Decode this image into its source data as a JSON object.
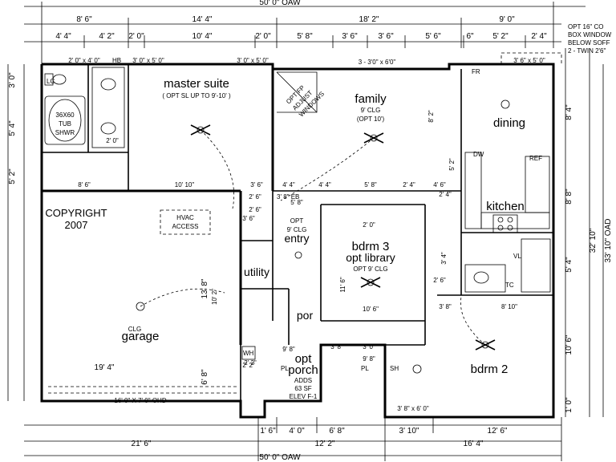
{
  "overall": {
    "top": "50' 0\" OAW",
    "bottom": "50' 0\" OAW",
    "right_inner": "32' 10\"",
    "right_outer": "33' 10\" OAD"
  },
  "top_row1": [
    "8' 6\"",
    "14' 4\"",
    "18' 2\"",
    "9' 0\""
  ],
  "top_row2": [
    "4' 4\"",
    "4' 2\"",
    "2' 0\"",
    "10' 4\"",
    "2' 0\"",
    "5' 8\"",
    "3' 6\"",
    "3' 6\"",
    "5' 6\"",
    "6\"",
    "5' 2\"",
    "2' 4\""
  ],
  "bottom_row1": [
    "1' 6\"",
    "4' 0\"",
    "6' 8\"",
    "3' 10\"",
    "12' 6\""
  ],
  "bottom_row2": [
    "21' 6\"",
    "12' 2\"",
    "16' 4\""
  ],
  "right_dims": [
    "8' 4\"",
    "8' 8\"",
    "5' 4\"",
    "10' 6\"",
    "1' 0\""
  ],
  "left_dims": [
    "3' 0\"",
    "5' 4\"",
    "5' 2\"",
    "13' 8\"",
    "6' 8\""
  ],
  "rooms": {
    "master": "master suite",
    "master_sub": "( OPT SL UP TO 9'-10' )",
    "family": "family",
    "family_sub1": "9' CLG",
    "family_sub2": "(OPT 10')",
    "dining": "dining",
    "kitchen": "kitchen",
    "bdrm3": "bdrm 3",
    "bdrm3_sub1": "opt library",
    "bdrm3_sub2": "OPT 9' CLG",
    "bdrm2": "bdrm 2",
    "entry": "entry",
    "entry_sub1": "OPT",
    "entry_sub2": "9' CLG",
    "utility": "utility",
    "porch_short": "por",
    "garage": "garage",
    "garage_clg": "CLG",
    "optporch": "opt",
    "optporch2": "porch",
    "optporch_sub1": "ADDS",
    "optporch_sub2": "63 SF",
    "optporch_sub3": "ELEV F-1"
  },
  "labels": {
    "copyright": "COPYRIGHT",
    "year": "2007",
    "hvac": "HVAC",
    "hvac2": "ACCESS",
    "tub": "36X60",
    "tub2": "TUB",
    "tub3": "SHWR",
    "opt_note1": "OPT 16\" CO",
    "opt_note2": "BOX WINDOW",
    "opt_note3": "BELOW SOFF",
    "opt_note4": "2 - TWIN 2'6\"",
    "garage_door": "16' 0\" X 7' 0\" OHD",
    "garage_w": "19' 4\"",
    "win_a": "2' 0\" x 4' 0\"",
    "win_b": "3' 0\" x 5' 0\"",
    "win_c": "3' 0\" x 5' 0\"",
    "win_d": "3 - 3'0\" x 6'0\"",
    "win_e": "3' 6\" x 5' 0\"",
    "hb": "HB",
    "wh": "WH",
    "pl": "PL",
    "sh": "SH",
    "dw": "DW",
    "ref": "REF",
    "lc": "LC",
    "tc": "TC",
    "vl": "VL",
    "fr": "FR",
    "opt_fp": "OPT FP",
    "adjust": "ADJUST",
    "windows": "WINDOWS",
    "eb": "3' 8\" EB",
    "mid": [
      "8' 6\"",
      "10' 10\"",
      "3' 6\"",
      "4' 4\"",
      "4' 4\"",
      "5' 8\"",
      "2' 4\"",
      "4' 6\"",
      "3' 8\"",
      "10' 6\"",
      "8' 10\"",
      "3' 8\"",
      "11' 6\"",
      "10' 2\"",
      "3' 4\"",
      "2' 6\"",
      "2' 2\"",
      "9' 8\"",
      "9' 8\"",
      "5' 2\"",
      "2' 4\"",
      "2' 2\"",
      "2' 6\"",
      "3' 0\"",
      "8' 2\"",
      "2' 0\"",
      "5' 8\"",
      "2' 0\"",
      "2' 6\"",
      "3' 6\"",
      "3' 8\" x 6' 0\""
    ]
  }
}
